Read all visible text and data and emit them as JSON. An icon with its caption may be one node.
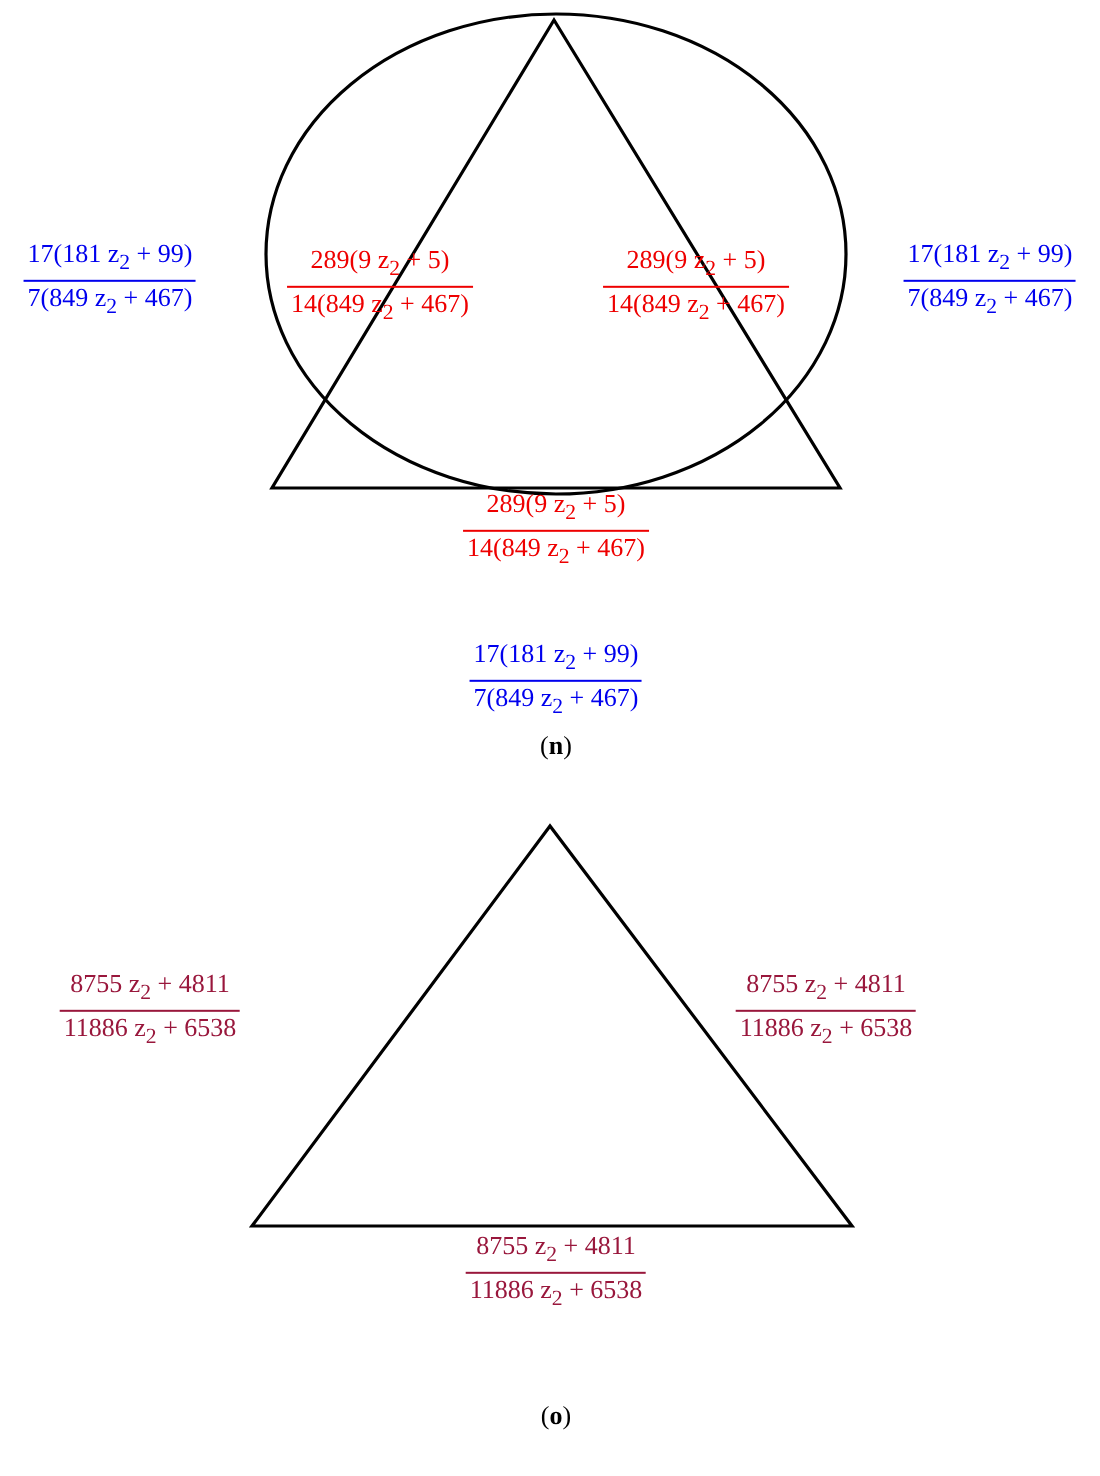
{
  "diagram": {
    "labels": [
      "17(181 z$_{2}$ + 99)",
      "7(849 z$_{2}$ + 467)",
      "289(9 z$_{2}$ + 5)",
      "14(849 z$_{2}$ + 467)",
      "289(9 z$_{2}$ + 5)",
      "14(849 z$_{2}$ + 467)",
      "17(181 z$_{2}$ + 99)",
      "7(849 z$_{2}$ + 467)",
      "289(9 z$_{2}$ + 5)",
      "14(849 z$_{2}$ + 467)",
      "17(181 z$_{2}$ + 99)",
      "7(849 z$_{2}$ + 467)",
      "(**n**)",
      "8755 z$_{2}$ + 4811",
      "11886 z$_{2}$ + 6538",
      "8755 z$_{2}$ + 4811",
      "11886 z$_{2}$ + 6538",
      "8755 z$_{2}$ + 4811",
      "11886 z$_{2}$ + 6538",
      "(**o**)"
    ]
  }
}
